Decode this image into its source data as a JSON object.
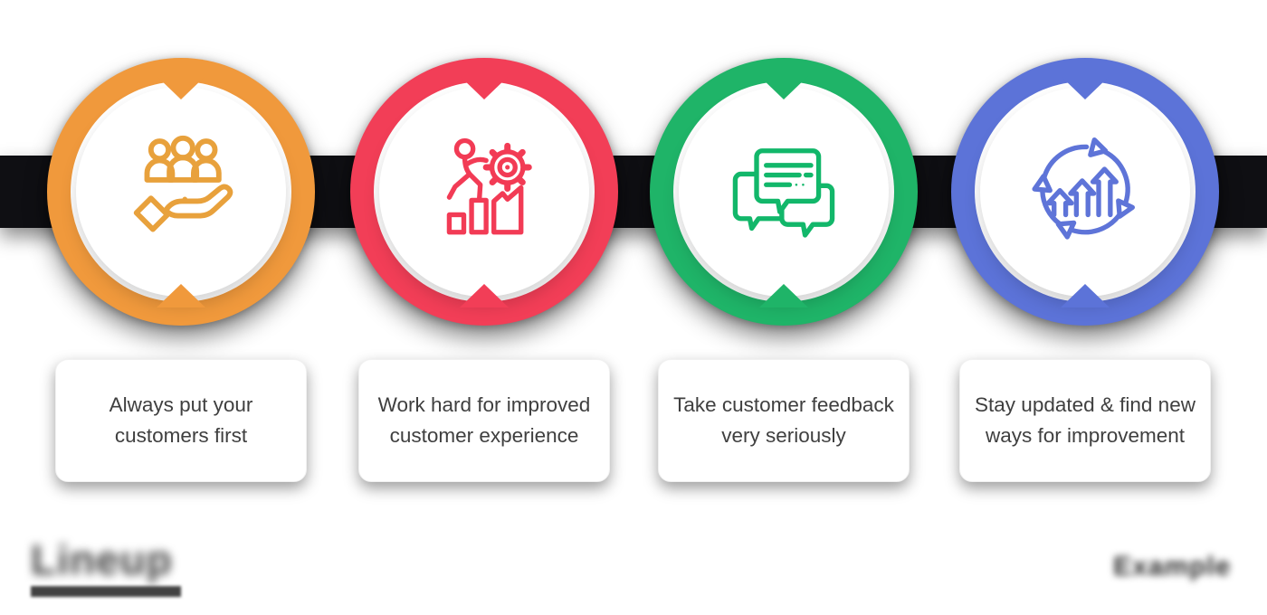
{
  "steps": [
    {
      "label": "Always put your customers first",
      "color": "#F0993C",
      "icon": "customers-in-hand-icon"
    },
    {
      "label": "Work hard for improved customer experience",
      "color": "#F23E57",
      "icon": "person-climbing-gear-icon"
    },
    {
      "label": "Take customer feedback very seriously",
      "color": "#1FB468",
      "icon": "feedback-chat-bubbles-icon"
    },
    {
      "label": "Stay updated & find new ways for improvement",
      "color": "#5C73D8",
      "icon": "improvement-cycle-arrows-icon"
    }
  ],
  "connector_color": "#0f0f13",
  "card_text_color": "#3f3f3f",
  "watermarks": {
    "left_logo_text": "Lineup",
    "right_text": "Example"
  }
}
